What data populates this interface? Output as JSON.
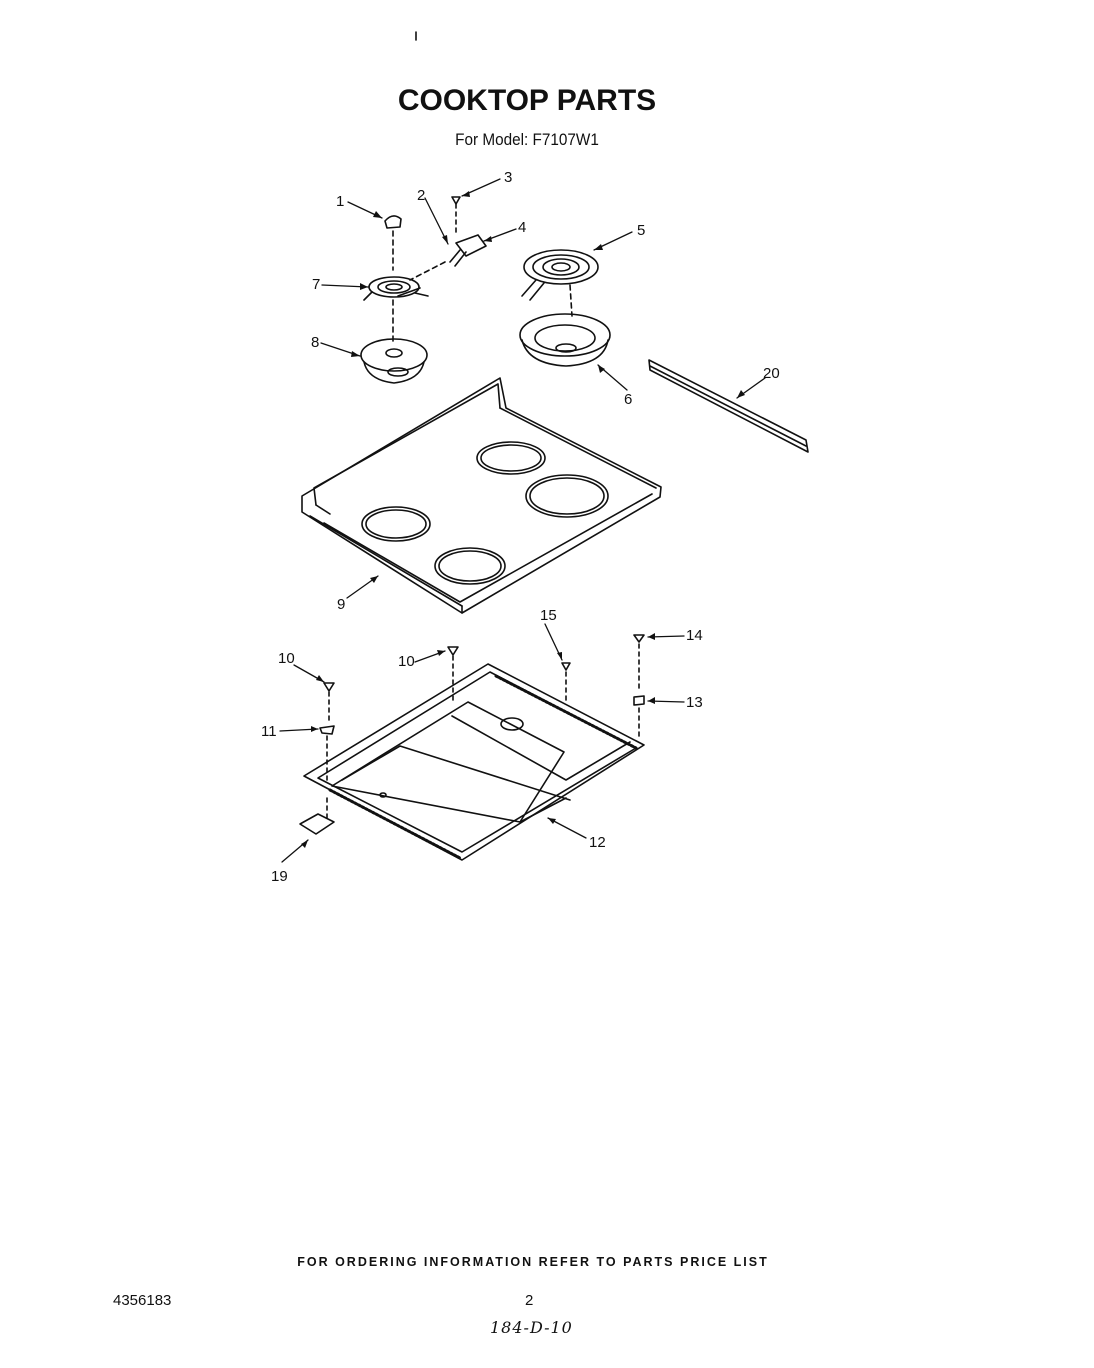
{
  "header": {
    "title": "COOKTOP PARTS",
    "subtitle": "For Model: F7107W1"
  },
  "callouts": [
    "1",
    "2",
    "3",
    "4",
    "5",
    "6",
    "7",
    "8",
    "9",
    "10",
    "10",
    "11",
    "12",
    "13",
    "14",
    "15",
    "19",
    "20"
  ],
  "footer": {
    "note": "FOR ORDERING INFORMATION REFER TO PARTS PRICE LIST",
    "doc_number": "4356183",
    "page_number": "2",
    "handwritten": "184-D-10"
  }
}
